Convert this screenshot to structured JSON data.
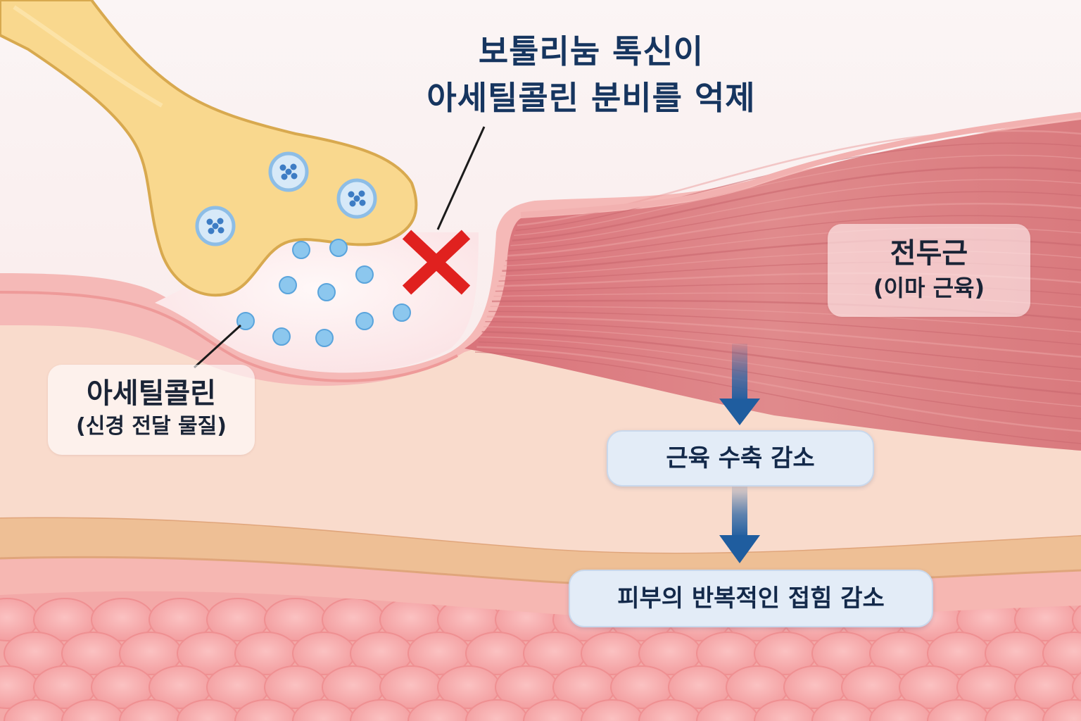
{
  "title": {
    "line1": "보툴리눔 톡신이",
    "line2": "아세틸콜린 분비를 억제"
  },
  "labels": {
    "acetylcholine": {
      "main": "아세틸콜린",
      "sub": "(신경 전달 물질)"
    },
    "frontalis": {
      "main": "전두근",
      "sub": "(이마 근육)"
    }
  },
  "steps": [
    {
      "label": "근육 수축 감소"
    },
    {
      "label": "피부의 반복적인 접힘 감소"
    }
  ],
  "colors": {
    "title_text": "#16355f",
    "nerve_fill": "#f9d88e",
    "nerve_outline": "#d8a94f",
    "vesicle": "#7fb8e6",
    "acetylcholine_dot": "#8cc7ee",
    "block_x": "#e0211f",
    "muscle": "#dc7d80",
    "skin": "#f8d9cc",
    "fat": "#f6a5a5",
    "arrow": "#1f5d9f"
  },
  "icons": {
    "block": "red-x-icon",
    "flow": "arrow-down-icon"
  }
}
